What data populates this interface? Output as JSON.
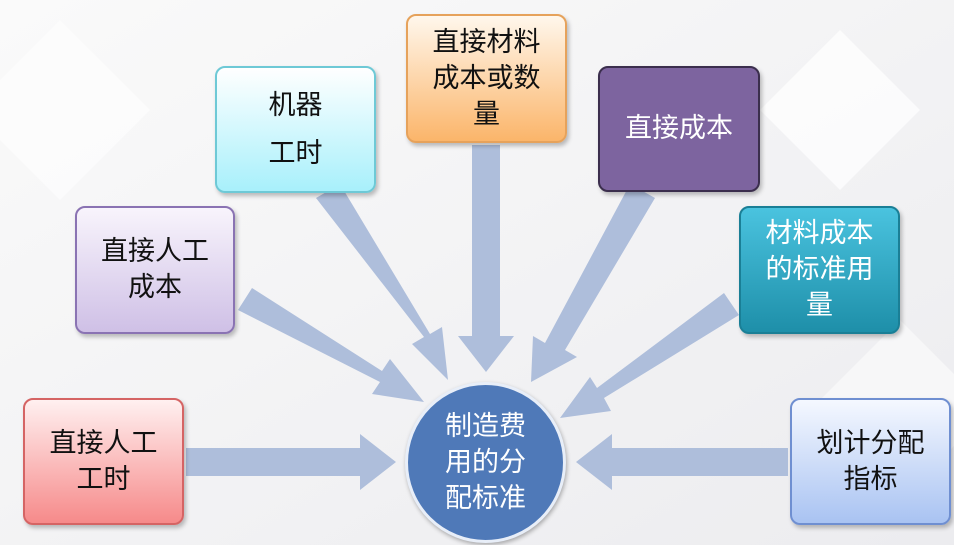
{
  "center": {
    "lines": [
      "制造费",
      "用的分",
      "配标准"
    ]
  },
  "boxes": {
    "labor_hours": [
      "直接人工",
      "工时"
    ],
    "labor_cost": [
      "直接人工",
      "成本"
    ],
    "machine_hours": [
      "机器",
      "工时"
    ],
    "direct_material": [
      "直接材料",
      "成本或数",
      "量"
    ],
    "direct_cost": [
      "直接成本"
    ],
    "material_std": [
      "材料成本",
      "的标准用",
      "量"
    ],
    "plan_index": [
      "划计分配",
      "指标"
    ]
  },
  "colors": {
    "arrow": "#aebedb",
    "center": "#4f79b8"
  }
}
